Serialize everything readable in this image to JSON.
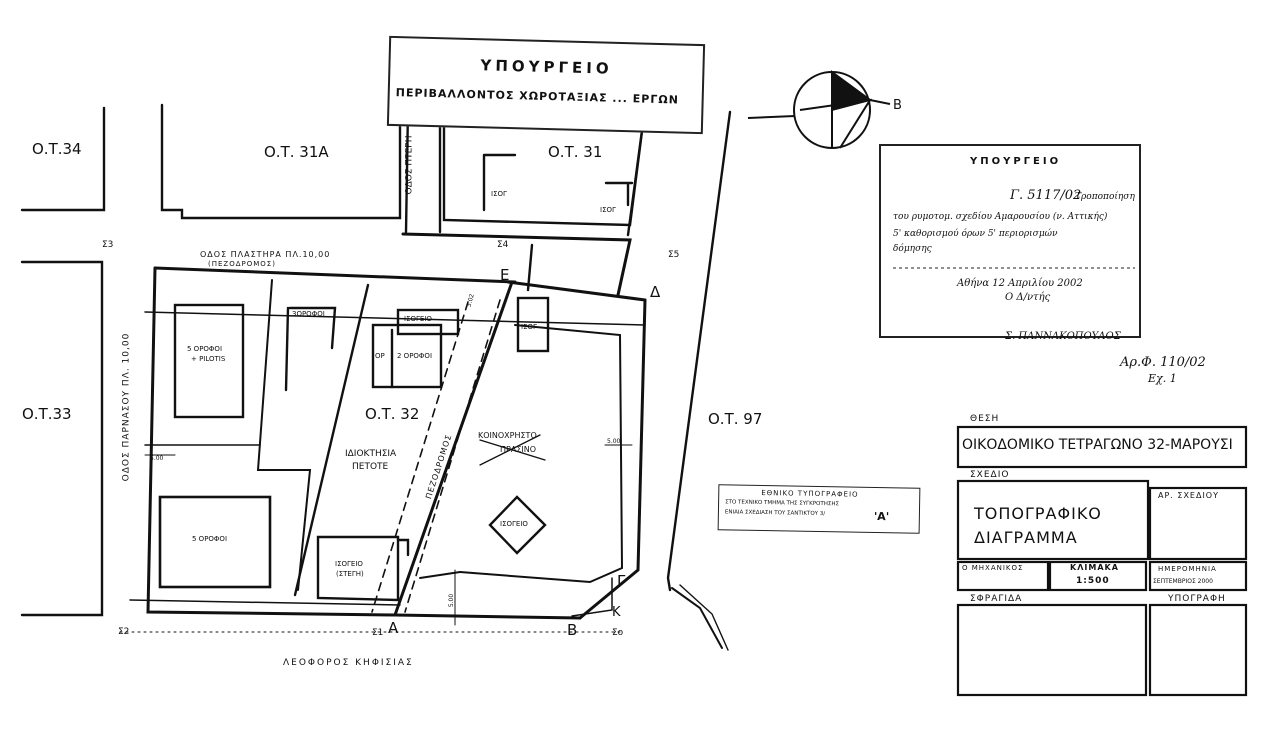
{
  "stamp_top": {
    "line1": "ΥΠΟΥΡΓΕΙΟ",
    "line2": "ΠΕΡΙΒΑΛΛΟΝΤΟΣ ΧΩΡΟΤΑΞΙΑΣ ... ΕΡΓΩΝ"
  },
  "blocks": {
    "ot34": "Ο.Τ.34",
    "ot31a": "Ο.Τ. 31Α",
    "ot31": "Ο.Τ. 31",
    "ot33": "Ο.Τ.33",
    "ot32": "Ο.Τ. 32",
    "ot97": "Ο.Τ. 97"
  },
  "streets": {
    "pteri": "ΟΔΟΣ ΠΤΕΡΗ",
    "plastira": "ΟΔΟΣ ΠΛΑΣΤΗΡΑ ΠΛ.10,00",
    "pezodromos": "(ΠΕΖΟΔΡΟΜΟΣ)",
    "parnasou": "ΟΔΟΣ ΠΑΡΝΑΣΟΥ ΠΛ. 10,00",
    "kifisias": "ΛΕΟΦΟΡΟΣ ΚΗΦΙΣΙΑΣ",
    "pezodromos_diag": "ΠΕΖΟΔΡΟΜΟΣ"
  },
  "buildings": {
    "isog1": "ΙΣΟΓ",
    "isog2": "ΙΣΟΓ",
    "isog3": "ΙΣΟΓ",
    "orofoi5_pilotis_1": "5 ΟΡΟΦΟΙ",
    "orofoi5_pilotis_2": "+ PILOTIS",
    "orofos3": "3ΟΡΟΦΟΙ",
    "isogeio_top": "ΙΣΟΓΕΙΟ",
    "op": "ΟΡ",
    "orofoi2": "2 ΟΡΟΦΟΙ",
    "idioktisia_1": "ΙΔΙΟΚΤΗΣΙΑ",
    "idioktisia_2": "ΠΕΤΟΤΕ",
    "koinoxristo_1": "ΚΟΙΝΟΧΡΗΣΤΟ",
    "koinoxristo_2": "ΠΡΑΣΙΝΟ",
    "isogeio_diamond": "ΙΣΟΓΕΙΟ",
    "orofoi5": "5 ΟΡΟΦΟΙ",
    "isogeio_stegi_1": "ΙΣΟΓΕΙΟ",
    "isogeio_stegi_2": "(ΣΤΕΓΗ)"
  },
  "points": {
    "s3": "Σ3",
    "s4": "Σ4",
    "s5": "Σ5",
    "s2": "Σ2",
    "s1": "Σ1",
    "so": "Σο",
    "E": "Ε",
    "D": "Δ",
    "G": "Γ",
    "K": "Κ",
    "A": "Α",
    "B": "Β"
  },
  "dims": {
    "d500_left": "5.00",
    "d500_right": "5.00",
    "d500_bottom": "5.00",
    "d302": "3.02"
  },
  "compass": {
    "north": "Β"
  },
  "approval_stamp": {
    "title": "ΥΠΟΥΡΓΕΙΟ",
    "ref": "Γ. 5117/02",
    "hand1": "Τροποποίηση",
    "hand2": "του ρυμοτομ. σχεδίου Αμαρουσίου (ν. Αττικής)",
    "hand3": "5' καθορισμού όρων 5' περιορισμών",
    "hand4": "δόμησης",
    "date": "Αθήνα 12 Απριλίου 2002",
    "sign_line": "Ο Δ/ντής",
    "signatory": "Σ. ΠΑΝΝΑΚΟΠΟΥΛΟΣ",
    "arith": "Αρ.Φ. 110/02",
    "ex": "Εχ. 1"
  },
  "stamp_mid": {
    "line1": "ΕΘΝΙΚΟ ΤΥΠΟΓΡΑΦΕΙΟ",
    "line2": "ΣΤΟ ΤΕΧΝΙΚΟ ΤΜΗΜΑ ΤΗΣ ΣΥΓΚΡΟΤΗΣΗΣ",
    "line3": "ΕΝΙΑΙΑ ΣΧΕΔΙΑΣΗ ΤΟΥ ΣΑΝΤΙΚΤΟΥ 3/",
    "mark": "'A'"
  },
  "title_block": {
    "thesi_label": "ΘΕΣΗ",
    "thesi_value": "ΟΙΚΟΔΟΜΙΚΟ ΤΕΤΡΑΓΩΝΟ 32-ΜΑΡΟΥΣΙ",
    "sxedio_label": "ΣΧΕΔΙΟ",
    "title_1": "ΤΟΠΟΓΡΑΦΙΚΟ",
    "title_2": "ΔΙΑΓΡΑΜΜΑ",
    "ar_sxediou": "ΑΡ. ΣΧΕΔΙΟΥ",
    "mixanikos": "Ο ΜΗΧΑΝΙΚΟΣ",
    "klimaka_label": "ΚΛΙΜΑΚΑ",
    "klimaka_value": "1:500",
    "imerominia_label": "ΗΜΕΡΟΜΗΝΙΑ",
    "imerominia_value": "ΣΕΠΤΕΜΒΡΙΟΣ 2000",
    "sfragida": "ΣΦΡΑΓΙΔΑ",
    "ypografi": "ΥΠΟΓΡΑΦΗ"
  }
}
